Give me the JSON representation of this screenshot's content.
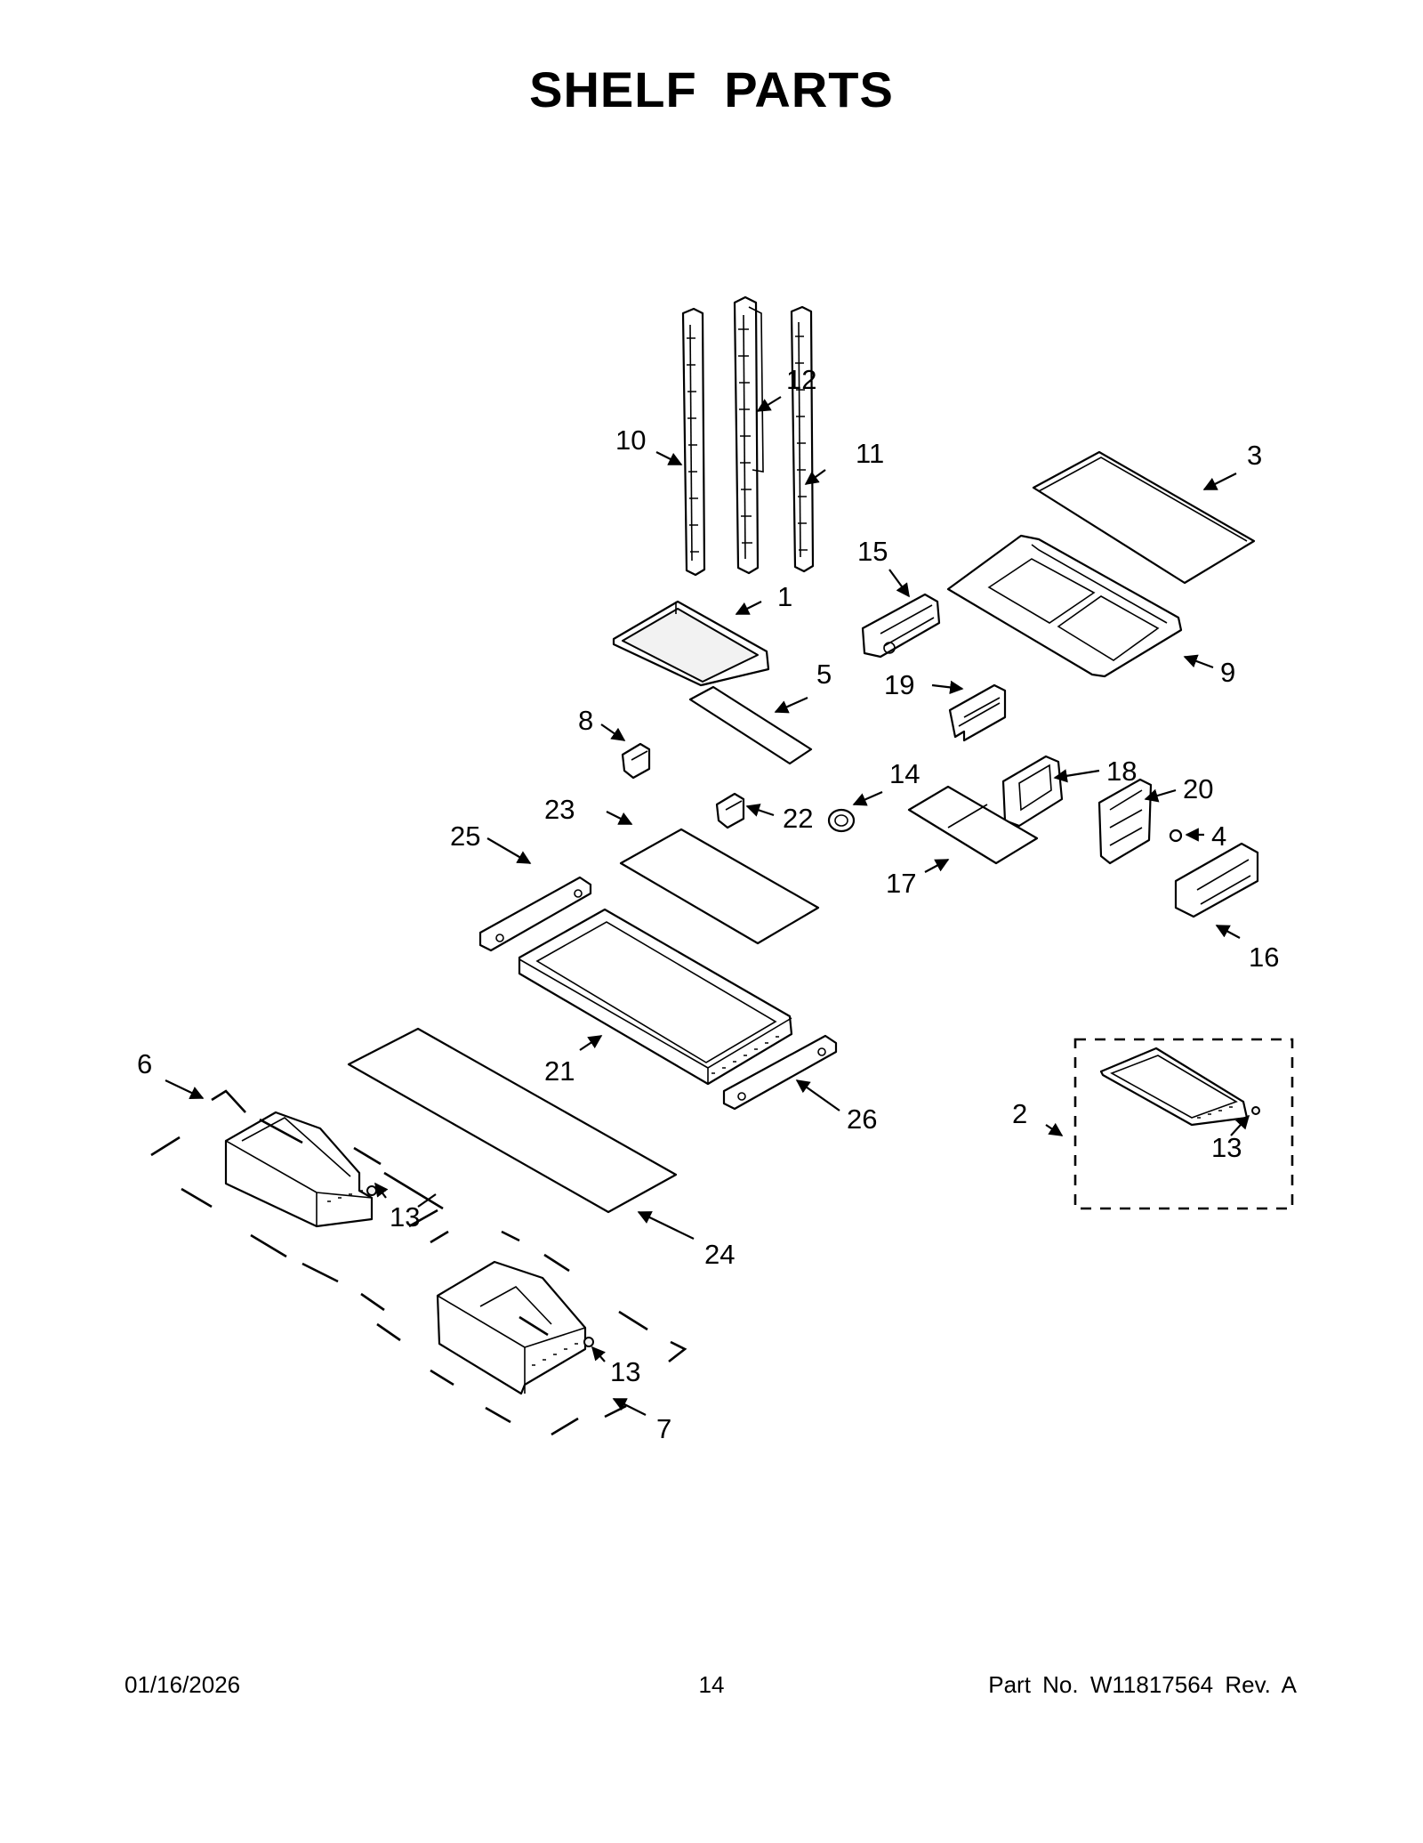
{
  "page": {
    "title": "SHELF PARTS",
    "footer": {
      "date": "01/16/2026",
      "page_number": "14",
      "part_number": "Part No.  W11817564  Rev.  A"
    }
  },
  "callouts": [
    {
      "id": "c1",
      "label": "1"
    },
    {
      "id": "c2",
      "label": "2"
    },
    {
      "id": "c3",
      "label": "3"
    },
    {
      "id": "c4",
      "label": "4"
    },
    {
      "id": "c5",
      "label": "5"
    },
    {
      "id": "c6",
      "label": "6"
    },
    {
      "id": "c7",
      "label": "7"
    },
    {
      "id": "c8",
      "label": "8"
    },
    {
      "id": "c9",
      "label": "9"
    },
    {
      "id": "c10",
      "label": "10"
    },
    {
      "id": "c11",
      "label": "11"
    },
    {
      "id": "c12",
      "label": "12"
    },
    {
      "id": "c13a",
      "label": "13"
    },
    {
      "id": "c13b",
      "label": "13"
    },
    {
      "id": "c13c",
      "label": "13"
    },
    {
      "id": "c14",
      "label": "14"
    },
    {
      "id": "c15",
      "label": "15"
    },
    {
      "id": "c16",
      "label": "16"
    },
    {
      "id": "c17",
      "label": "17"
    },
    {
      "id": "c18",
      "label": "18"
    },
    {
      "id": "c19",
      "label": "19"
    },
    {
      "id": "c20",
      "label": "20"
    },
    {
      "id": "c21",
      "label": "21"
    },
    {
      "id": "c22",
      "label": "22"
    },
    {
      "id": "c23",
      "label": "23"
    },
    {
      "id": "c24",
      "label": "24"
    },
    {
      "id": "c25",
      "label": "25"
    },
    {
      "id": "c26",
      "label": "26"
    }
  ]
}
